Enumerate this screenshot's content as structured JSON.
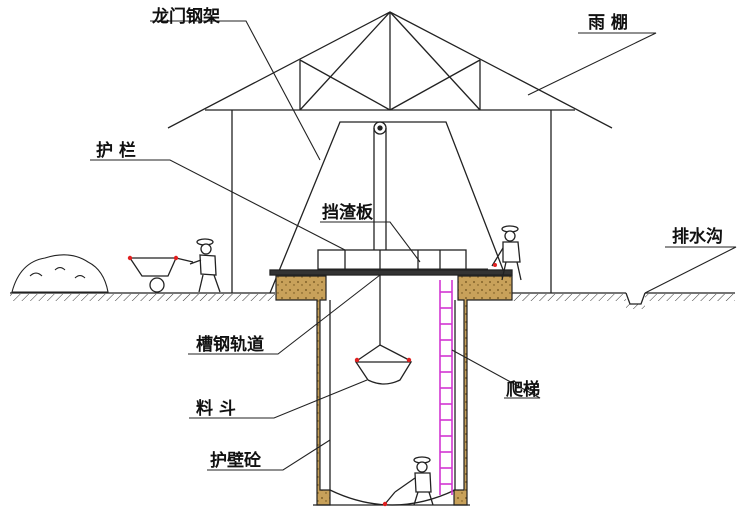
{
  "labels": {
    "gantry": "龙门钢架",
    "canopy": "雨 棚",
    "railing": "护 栏",
    "baffle": "挡渣板",
    "drain": "排水沟",
    "channel_rail": "槽钢轨道",
    "bucket": "料 斗",
    "ladder": "爬梯",
    "wall": "护壁砼"
  },
  "colors": {
    "line": "#222222",
    "concrete": "#c8a15a",
    "ladder": "#d236d2",
    "marker": "#e02020"
  }
}
